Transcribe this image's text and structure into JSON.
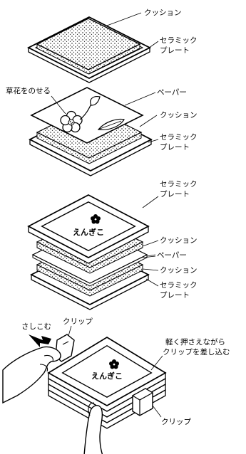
{
  "steps": [
    {
      "labels": {
        "cushion": "クッション",
        "ceramic_line1": "セラミック",
        "ceramic_line2": "プレート"
      }
    },
    {
      "labels": {
        "place_flowers": "草花をのせる",
        "paper": "ペーパー",
        "cushion": "クッション",
        "ceramic_line1": "セラミック",
        "ceramic_line2": "プレート"
      }
    },
    {
      "labels": {
        "ceramic_top_line1": "セラミック",
        "ceramic_top_line2": "プレート",
        "cushion_top": "クッション",
        "paper": "ペーパー",
        "cushion_bottom": "クッション",
        "ceramic_bottom_line1": "セラミック",
        "ceramic_bottom_line2": "プレート",
        "stamp_text": "えんぎこ"
      }
    },
    {
      "labels": {
        "insert": "さしこむ",
        "clip_top": "クリップ",
        "instruction_line1": "軽く押さえながら",
        "instruction_line2": "クリップを差し込む",
        "clip_bottom": "クリップ",
        "stamp_text": "えんぎこ"
      }
    }
  ]
}
